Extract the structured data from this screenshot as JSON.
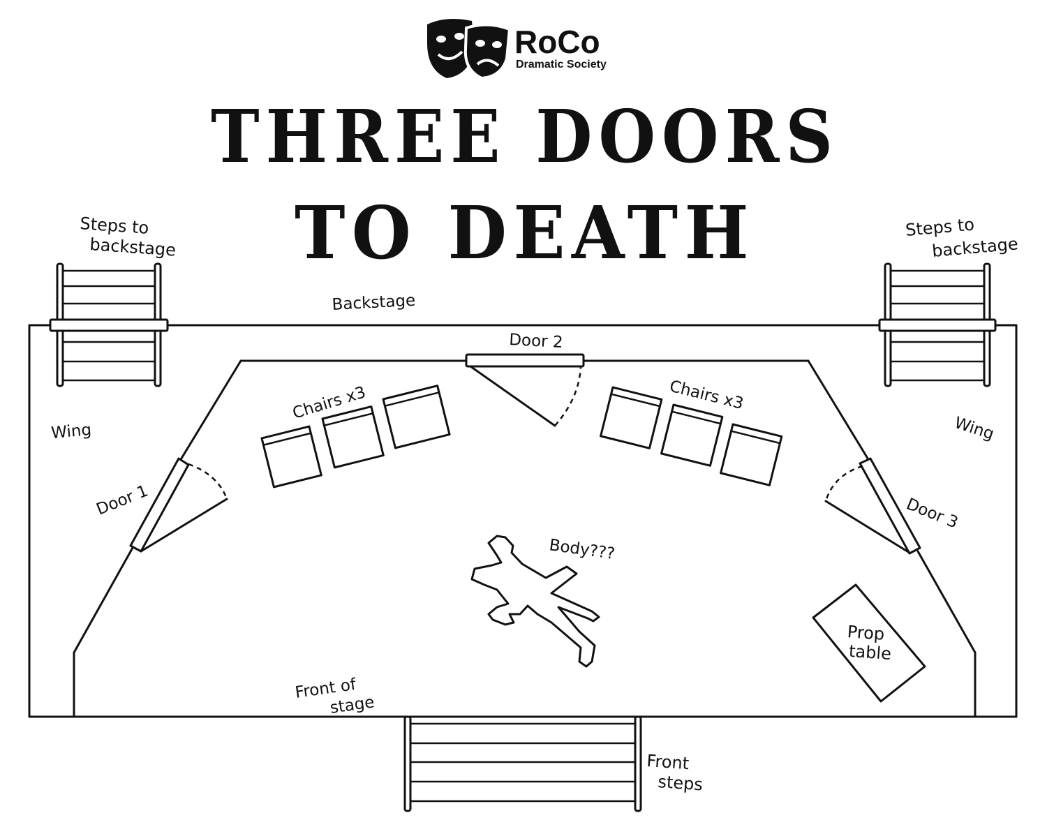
{
  "logo": {
    "name": "RoCo",
    "subtitle": "Dramatic Society",
    "icon": "theatre-masks-icon"
  },
  "title": {
    "line1": "THREE DOORS",
    "line2": "TO DEATH"
  },
  "labels": {
    "steps_left": [
      "Steps to",
      "backstage"
    ],
    "steps_right": [
      "Steps to",
      "backstage"
    ],
    "backstage": "Backstage",
    "door1": "Door 1",
    "door2": "Door 2",
    "door3": "Door 3",
    "wing_left": "Wing",
    "wing_right": "Wing",
    "chairs_left": "Chairs x3",
    "chairs_right": "Chairs x3",
    "body": "Body???",
    "prop_table": [
      "Prop",
      "table"
    ],
    "front_of_stage": [
      "Front of",
      "stage"
    ],
    "front_steps": [
      "Front",
      "steps"
    ]
  },
  "colors": {
    "ink": "#111111",
    "background": "#ffffff"
  }
}
